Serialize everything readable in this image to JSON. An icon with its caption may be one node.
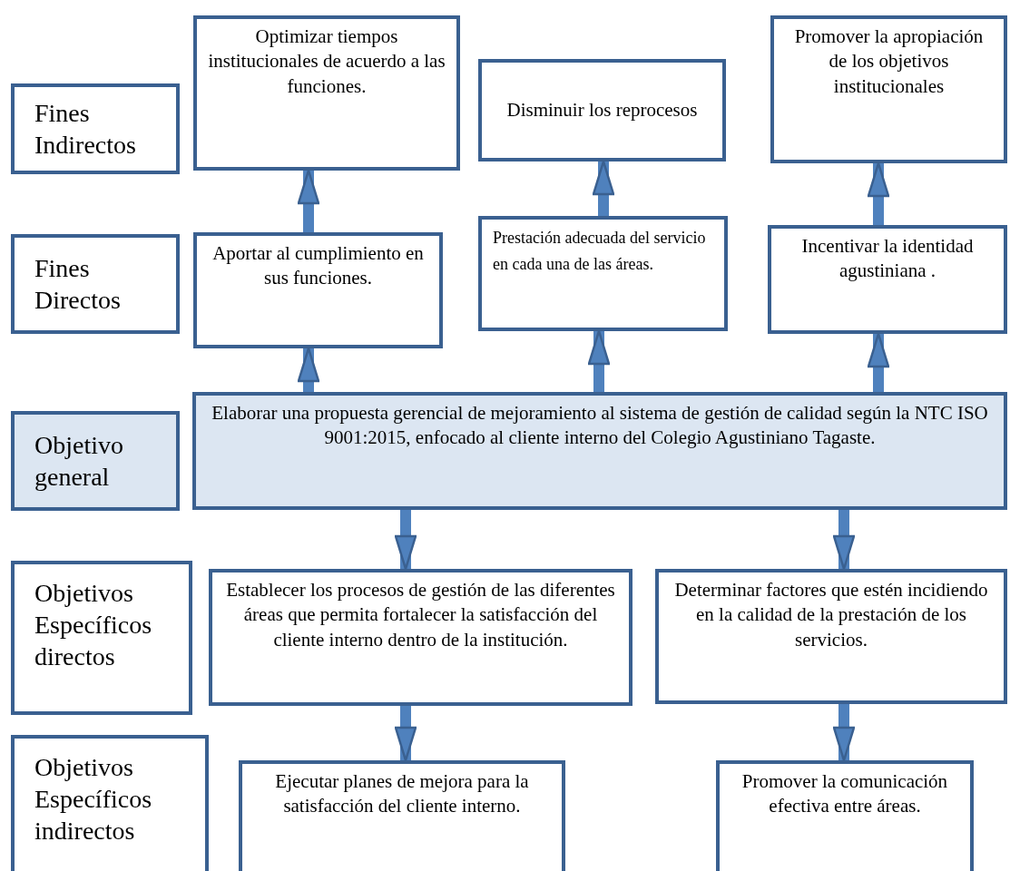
{
  "diagram": {
    "nodes": [
      {
        "text": [
          "Fines Indirectos"
        ]
      },
      {
        "text": [
          "Optimizar tiempos institucionales de acuerdo a las funciones."
        ]
      },
      {
        "text": [
          "Disminuir los reprocesos"
        ]
      },
      {
        "text": [
          "Promover la apropiación de los objetivos institucionales"
        ]
      },
      {
        "text": [
          "Fines Directos"
        ]
      },
      {
        "text": [
          "Aportar al cumplimiento en sus funciones."
        ]
      },
      {
        "text": [
          "Prestación adecuada del servicio en cada una de las áreas."
        ]
      },
      {
        "text": [
          "Incentivar la identidad agustiniana ."
        ]
      },
      {
        "text": [
          "Objetivo general"
        ]
      },
      {
        "text": [
          "Elaborar una propuesta gerencial de mejoramiento al sistema de gestión de calidad según la NTC ISO 9001:2015, enfocado al cliente interno del Colegio Agustiniano Tagaste."
        ]
      },
      {
        "text": [
          "Objetivos Específicos directos"
        ]
      },
      {
        "text": [
          "Establecer los procesos de gestión de las diferentes áreas que permita fortalecer la satisfacción del cliente interno dentro de la institución."
        ]
      },
      {
        "text": [
          "Determinar factores que estén incidiendo en la calidad de la prestación de los servicios."
        ]
      },
      {
        "text": [
          "Objetivos Específicos indirectos"
        ]
      },
      {
        "text": [
          "Ejecutar planes de mejora para la satisfacción del cliente interno."
        ]
      },
      {
        "text": [
          "Promover la comunicación efectiva entre áreas."
        ]
      }
    ],
    "edges": [
      {
        "from": 5,
        "to": 1,
        "arrow": "to"
      },
      {
        "from": 6,
        "to": 2,
        "arrow": "to"
      },
      {
        "from": 7,
        "to": 3,
        "arrow": "to"
      },
      {
        "from": 9,
        "to": 5,
        "arrow": "to"
      },
      {
        "from": 9,
        "to": 6,
        "arrow": "to"
      },
      {
        "from": 9,
        "to": 7,
        "arrow": "to"
      },
      {
        "from": 9,
        "to": 11,
        "arrow": "to"
      },
      {
        "from": 9,
        "to": 12,
        "arrow": "to"
      },
      {
        "from": 11,
        "to": 14,
        "arrow": "to"
      },
      {
        "from": 12,
        "to": 15,
        "arrow": "to"
      }
    ]
  }
}
